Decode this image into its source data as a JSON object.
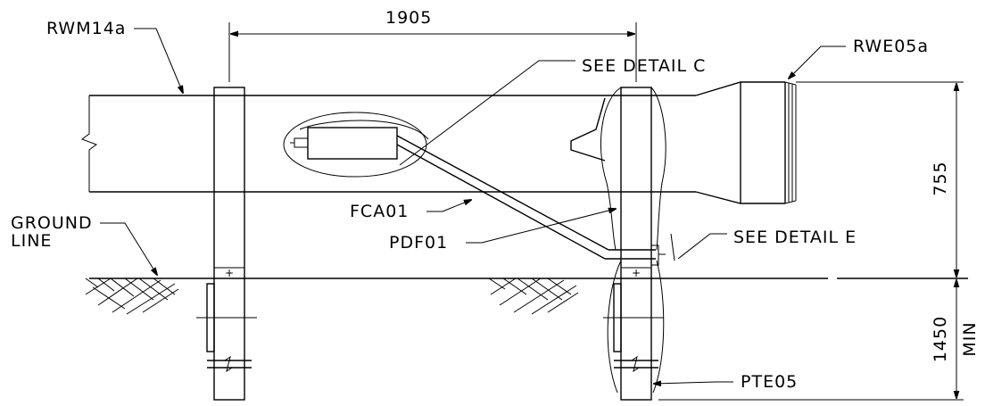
{
  "labels": {
    "dim_span": "1905",
    "dim_height": "755",
    "dim_embed": "1450",
    "dim_embed_note": "MIN",
    "rail_mid": "RWM14a",
    "rail_end": "RWE05a",
    "detail_c": "SEE DETAIL C",
    "detail_e": "SEE DETAIL E",
    "ground_1": "GROUND",
    "ground_2": "LINE",
    "cable_anchor": "FCA01",
    "plate": "PDF01",
    "post": "PTE05",
    "plus": "+"
  }
}
